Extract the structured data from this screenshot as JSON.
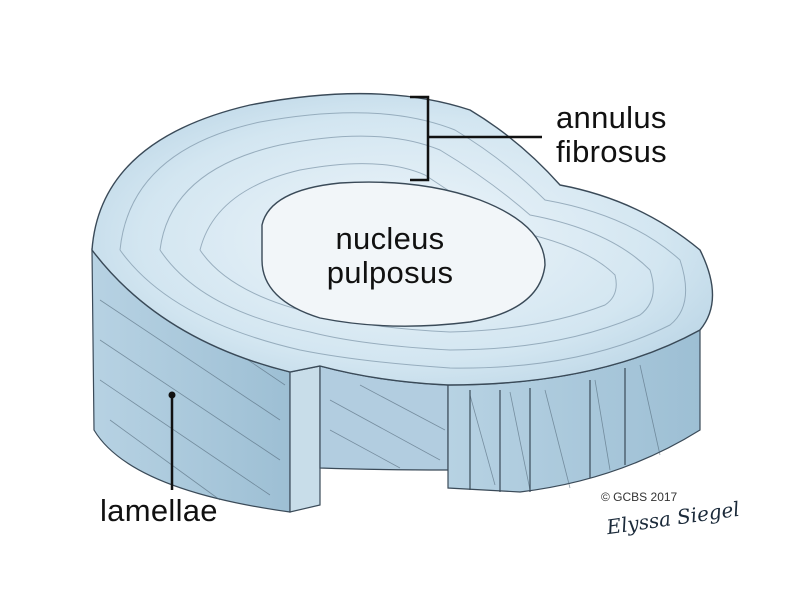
{
  "labels": {
    "annulus_line1": "annulus",
    "annulus_line2": "fibrosus",
    "nucleus_line1": "nucleus",
    "nucleus_line2": "pulposus",
    "lamellae": "lamellae"
  },
  "credit": "© GCBS 2017",
  "signature": "Elyssa Siegel",
  "colors": {
    "disc_top": "#dcebf3",
    "disc_side": "#a9c7da",
    "nucleus": "#f1f5f8",
    "outline": "#3a4a58"
  }
}
